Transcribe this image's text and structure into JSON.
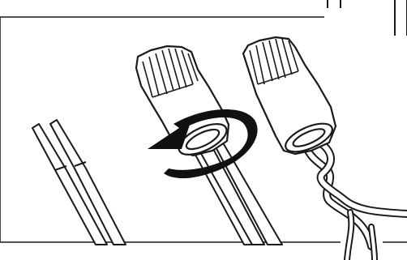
{
  "figure": {
    "content": "wire-nut-installation",
    "colors": {
      "stroke": "#1a1a1a",
      "fill": "#ffffff",
      "arrow": "#111111"
    },
    "parts": [
      "stripped-wire-pair",
      "wire-nut",
      "rotation-arrow",
      "wire-nut-twisted",
      "twisted-wires"
    ]
  }
}
